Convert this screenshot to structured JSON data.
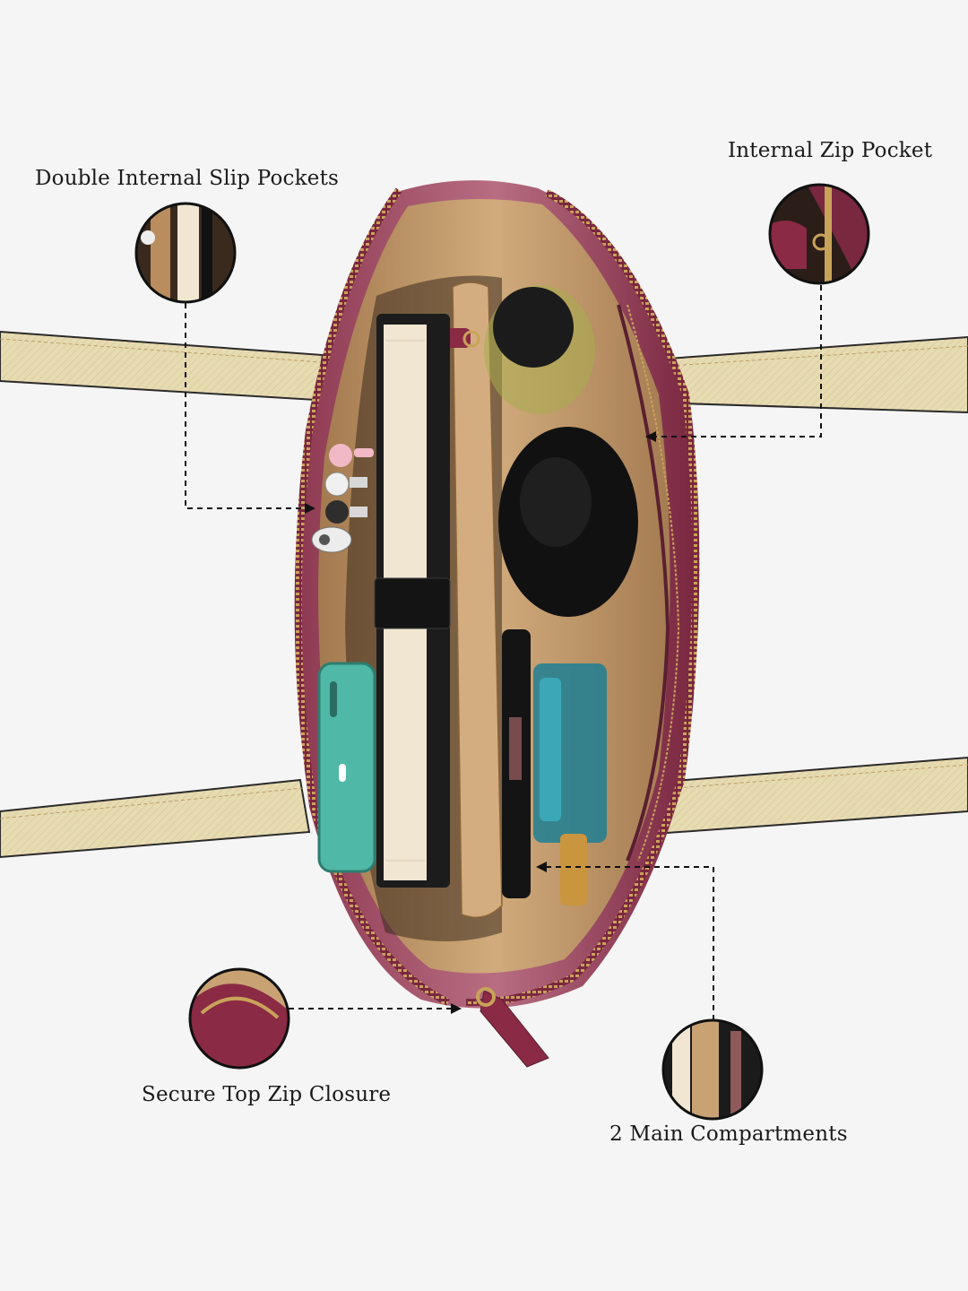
{
  "callouts": {
    "slip_pockets": "Double Internal Slip Pockets",
    "zip_pocket": "Internal Zip Pocket",
    "top_zip": "Secure Top Zip Closure",
    "compartments": "2 Main Compartments"
  },
  "colors": {
    "background": "#f5f5f5",
    "bag_leather": "#7a2740",
    "bag_leather_light": "#a14a62",
    "handle": "#e8dcb5",
    "lining": "#c9a273",
    "zipper_gold": "#b8914a",
    "book_black": "#1c1c1c",
    "phone": "#4fb8a6"
  }
}
